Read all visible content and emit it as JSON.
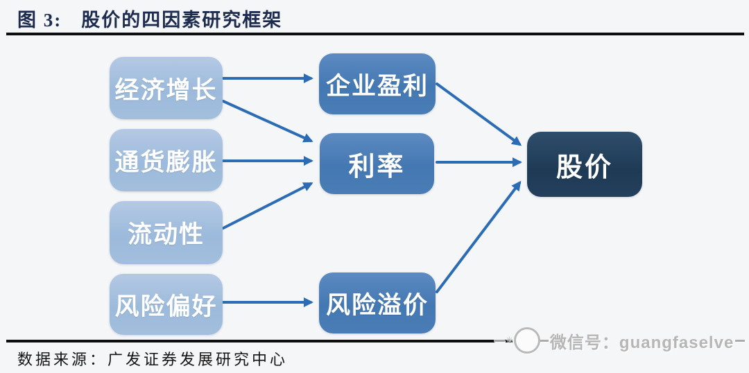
{
  "figure": {
    "label": "图 3:",
    "title": "股价的四因素研究框架"
  },
  "diagram": {
    "nodes": [
      {
        "id": "economic-growth",
        "label": "经济增长",
        "level": "input"
      },
      {
        "id": "inflation",
        "label": "通货膨胀",
        "level": "input"
      },
      {
        "id": "liquidity",
        "label": "流动性",
        "level": "input"
      },
      {
        "id": "risk-appetite",
        "label": "风险偏好",
        "level": "input"
      },
      {
        "id": "corporate-earnings",
        "label": "企业盈利",
        "level": "intermediate"
      },
      {
        "id": "interest-rate",
        "label": "利率",
        "level": "intermediate"
      },
      {
        "id": "risk-premium",
        "label": "风险溢价",
        "level": "intermediate"
      },
      {
        "id": "stock-price",
        "label": "股价",
        "level": "output"
      }
    ],
    "edges": [
      {
        "from": "economic-growth",
        "to": "corporate-earnings"
      },
      {
        "from": "economic-growth",
        "to": "interest-rate"
      },
      {
        "from": "inflation",
        "to": "interest-rate"
      },
      {
        "from": "liquidity",
        "to": "interest-rate"
      },
      {
        "from": "risk-appetite",
        "to": "risk-premium"
      },
      {
        "from": "corporate-earnings",
        "to": "stock-price"
      },
      {
        "from": "interest-rate",
        "to": "stock-price"
      },
      {
        "from": "risk-premium",
        "to": "stock-price"
      }
    ]
  },
  "footer": {
    "source": "数据来源：广发证券发展研究中心"
  },
  "watermark": {
    "text": "微信号：guangfaselve",
    "star": "✳"
  },
  "colors": {
    "background": "#f5f6f8",
    "input_box": "#9cbadb",
    "intermediate_box": "#4478b2",
    "output_box": "#1e3a55",
    "arrow": "#2b6cb5",
    "title_text": "#1d2c4e",
    "rule": "#0e0e0e",
    "watermark_gray": "#b3b3b3"
  }
}
